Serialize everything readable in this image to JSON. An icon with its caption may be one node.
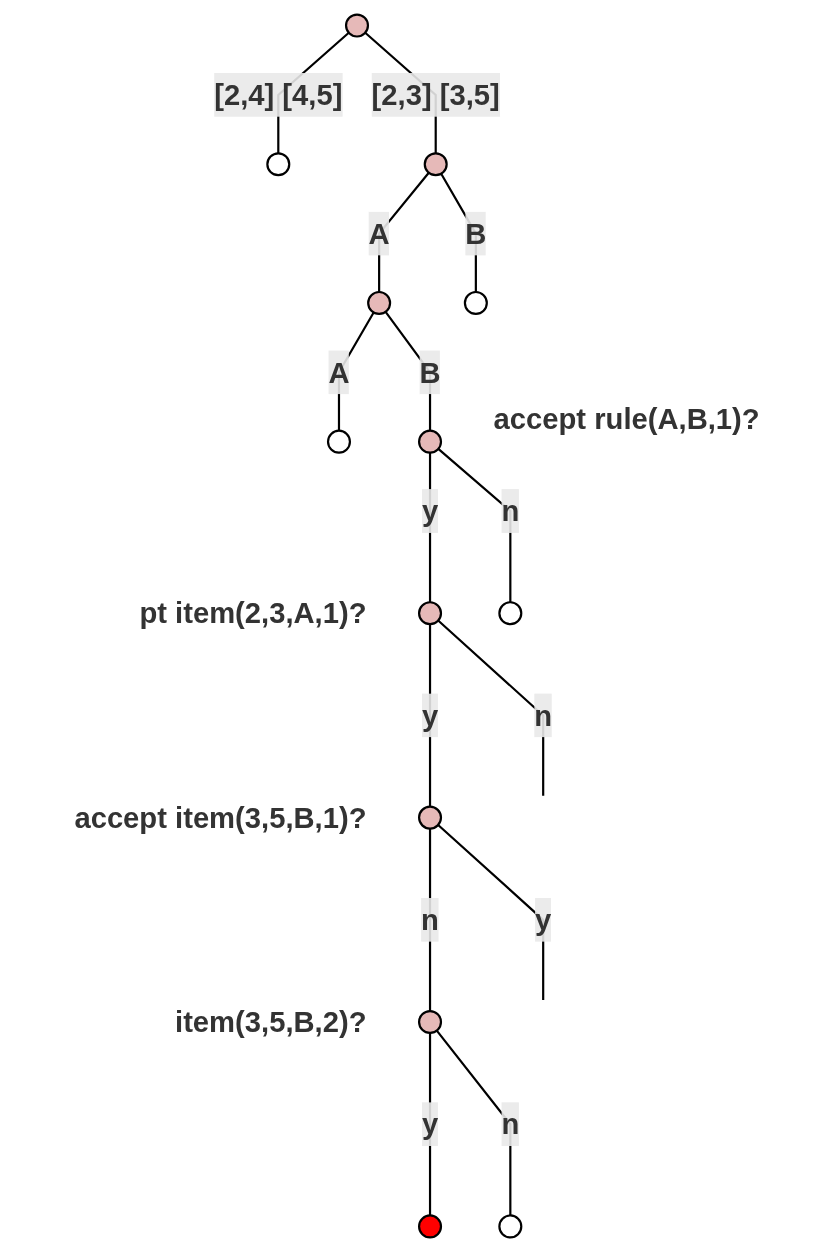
{
  "diagram": {
    "nodes": [
      {
        "text": [],
        "shape": "circle"
      },
      {
        "text": [],
        "shape": "circle"
      },
      {
        "text": [],
        "shape": "circle"
      },
      {
        "text": [],
        "shape": "circle"
      },
      {
        "text": [],
        "shape": "circle"
      },
      {
        "text": [],
        "shape": "circle"
      },
      {
        "text": [],
        "shape": "circle",
        "beside": [
          "accept rule(A,B,1)?"
        ]
      },
      {
        "text": [],
        "shape": "circle",
        "beside": [
          "pt item(2,3,A,1)?"
        ]
      },
      {
        "text": [],
        "shape": "circle"
      },
      {
        "text": [],
        "shape": "circle",
        "beside": [
          "accept item(3,5,B,1)?"
        ]
      },
      {
        "text": [],
        "shape": "circle",
        "beside": [
          "item(3,5,B,2)?"
        ]
      },
      {
        "text": [],
        "shape": "circle"
      },
      {
        "text": [],
        "shape": "circle"
      }
    ],
    "edges": [
      {
        "from": 0,
        "to": 1,
        "arrow": "none",
        "label": "[2,4] [4,5]"
      },
      {
        "from": 0,
        "to": 2,
        "arrow": "none",
        "label": "[2,3] [3,5]"
      },
      {
        "from": 2,
        "to": 3,
        "arrow": "none",
        "label": "A"
      },
      {
        "from": 2,
        "to": 4,
        "arrow": "none",
        "label": "B"
      },
      {
        "from": 3,
        "to": 5,
        "arrow": "none",
        "label": "A"
      },
      {
        "from": 3,
        "to": 6,
        "arrow": "none",
        "label": "B"
      },
      {
        "from": 6,
        "to": 7,
        "arrow": "none",
        "label": "y"
      },
      {
        "from": 6,
        "to": 8,
        "arrow": "none",
        "label": "n"
      },
      {
        "from": 7,
        "to": 9,
        "arrow": "none",
        "label": "y"
      },
      {
        "from": 7,
        "to": null,
        "arrow": "none",
        "label": "n"
      },
      {
        "from": 9,
        "to": null,
        "arrow": "none",
        "label": "y"
      },
      {
        "from": 9,
        "to": 10,
        "arrow": "none",
        "label": "n"
      },
      {
        "from": 10,
        "to": 11,
        "arrow": "none",
        "label": "y"
      },
      {
        "from": 10,
        "to": 12,
        "arrow": "none",
        "label": "n"
      }
    ]
  }
}
